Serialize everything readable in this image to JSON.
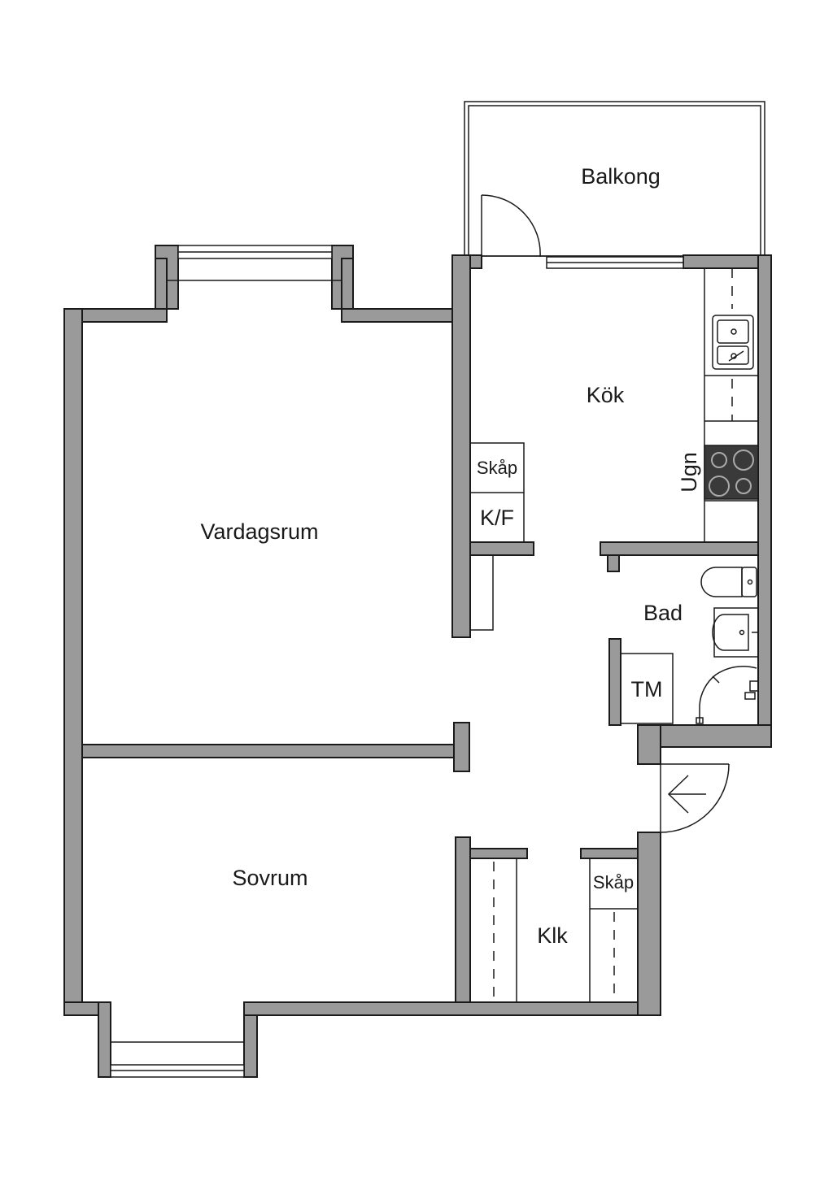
{
  "rooms": {
    "balkong": "Balkong",
    "kok": "Kök",
    "vardagsrum": "Vardagsrum",
    "bad": "Bad",
    "sovrum": "Sovrum",
    "klk": "Klk"
  },
  "fixtures": {
    "skap_kitchen": "Skåp",
    "kf": "K/F",
    "ugn": "Ugn",
    "tm": "TM",
    "skap_hall": "Skåp"
  },
  "colors": {
    "wall_fill": "#9a9a9a",
    "line": "#1a1a1a",
    "stove": "#3a3a3a"
  }
}
